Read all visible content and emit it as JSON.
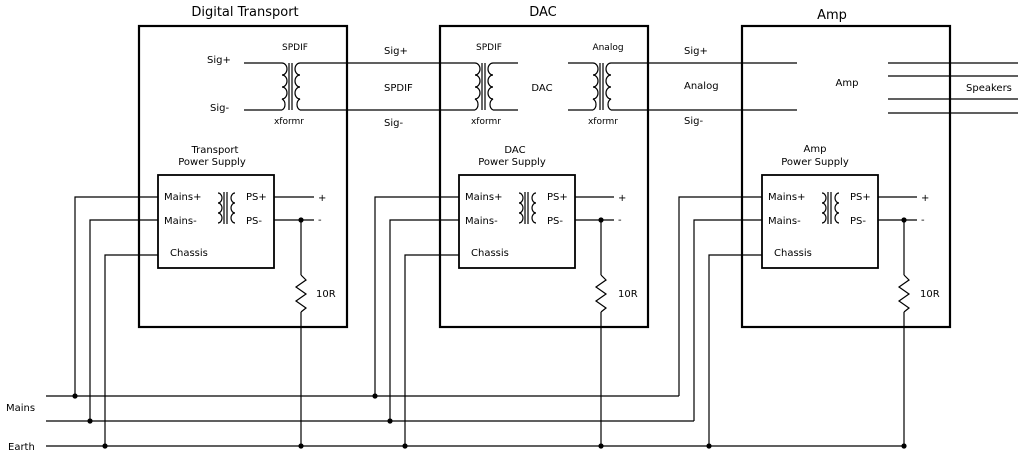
{
  "blocks": [
    {
      "title": "Digital Transport",
      "left_label_top": "Sig+",
      "left_label_bottom": "Sig-",
      "xfmr_label_top": "SPDIF",
      "xfmr_label_bottom": "xformr",
      "ps_title_line1": "Transport",
      "ps_title_line2": "Power Supply",
      "ps": {
        "mains_plus": "Mains+",
        "mains_minus": "Mains-",
        "chassis": "Chassis",
        "ps_plus": "PS+",
        "ps_minus": "PS-"
      },
      "out_plus": "+",
      "out_minus": "-",
      "resistor": "10R"
    },
    {
      "title": "DAC",
      "xfmr_in_label_top": "SPDIF",
      "xfmr_in_label_bottom": "xformr",
      "center_label": "DAC",
      "xfmr_out_label_top": "Analog",
      "xfmr_out_label_bottom": "xformr",
      "ps_title_line1": "DAC",
      "ps_title_line2": "Power Supply",
      "ps": {
        "mains_plus": "Mains+",
        "mains_minus": "Mains-",
        "chassis": "Chassis",
        "ps_plus": "PS+",
        "ps_minus": "PS-"
      },
      "out_plus": "+",
      "out_minus": "-",
      "resistor": "10R"
    },
    {
      "title": "Amp",
      "center_label": "Amp",
      "ps_title_line1": "Amp",
      "ps_title_line2": "Power Supply",
      "ps": {
        "mains_plus": "Mains+",
        "mains_minus": "Mains-",
        "chassis": "Chassis",
        "ps_plus": "PS+",
        "ps_minus": "PS-"
      },
      "out_plus": "+",
      "out_minus": "-",
      "resistor": "10R"
    }
  ],
  "link1": {
    "top": "Sig+",
    "middle": "SPDIF",
    "bottom": "Sig-"
  },
  "link2": {
    "top": "Sig+",
    "middle": "Analog",
    "bottom": "Sig-"
  },
  "speakers": "Speakers",
  "rails": {
    "mains": "Mains",
    "earth": "Earth"
  }
}
